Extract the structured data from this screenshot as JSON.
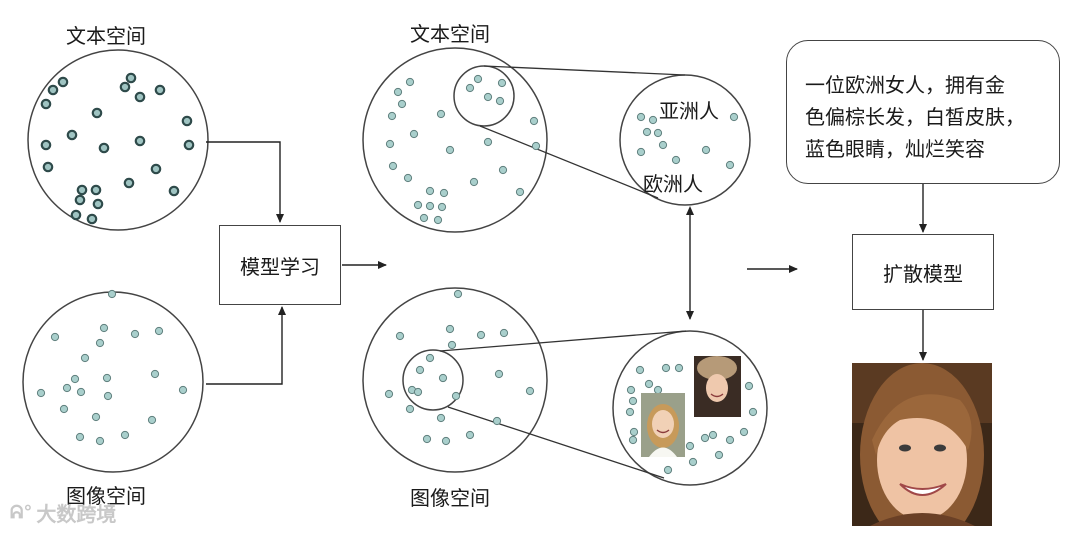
{
  "labels": {
    "text_space_left": "文本空间",
    "image_space_left": "图像空间",
    "text_space_mid": "文本空间",
    "image_space_mid": "图像空间",
    "asian": "亚洲人",
    "european": "欧洲人"
  },
  "boxes": {
    "model_learning": "模型学习",
    "diffusion_model": "扩散模型"
  },
  "prompt": {
    "line1": "一位欧洲女人，拥有金",
    "line2": "色偏棕长发，白皙皮肤，",
    "line3": "蓝色眼睛，灿烂笑容"
  },
  "watermark": "大数跨境",
  "colors": {
    "text_dot_fill": "#9fc4c2",
    "text_dot_stroke": "#2e4a4a",
    "image_dot_fill": "#a9cfcc",
    "outline": "#333333"
  }
}
